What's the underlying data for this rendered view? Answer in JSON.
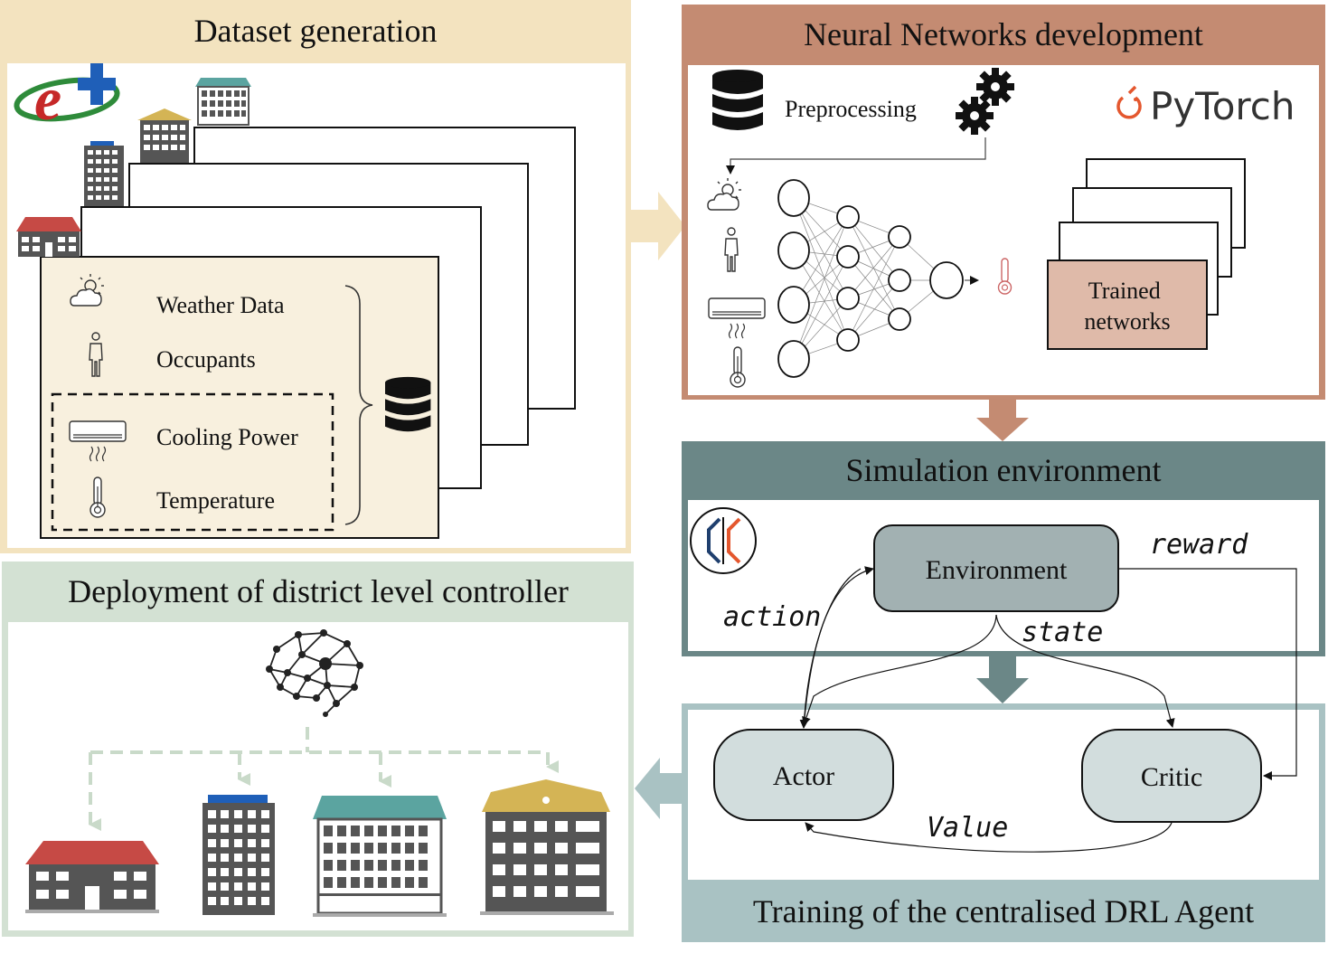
{
  "colors": {
    "dataset_panel": "#f3e3bf",
    "dataset_inner": "#f8f0de",
    "nn_panel": "#c48b72",
    "nn_trained_box": "#dfbaa9",
    "sim_panel": "#6b8787",
    "env_box": "#a2b1b2",
    "training_panel": "#a9c2c3",
    "agent_box": "#d2dddd",
    "deploy_panel": "#d3e1d3",
    "building_dark": "#555555",
    "roof_red": "#c64a45",
    "roof_teal": "#5ba4a0",
    "roof_gold": "#d4b455",
    "pytorch_orange": "#e4572e"
  },
  "dataset": {
    "title": "Dataset generation",
    "inputs": [
      {
        "label": "Weather Data",
        "icon": "weather-icon"
      },
      {
        "label": "Occupants",
        "icon": "occupant-icon"
      },
      {
        "label": "Cooling Power",
        "icon": "air-conditioner-icon"
      },
      {
        "label": "Temperature",
        "icon": "thermometer-icon"
      }
    ]
  },
  "nn": {
    "title": "Neural Networks development",
    "preprocessing": "Preprocessing",
    "framework": "PyTorch",
    "trained": "Trained networks",
    "trained_line1": "Trained",
    "trained_line2": "networks"
  },
  "simulation": {
    "title": "Simulation environment",
    "environment": "Environment",
    "reward": "reward",
    "action": "action",
    "state": "state"
  },
  "training": {
    "title": "Training of the centralised DRL Agent",
    "actor": "Actor",
    "critic": "Critic",
    "value": "Value"
  },
  "deployment": {
    "title": "Deployment of district level controller"
  }
}
